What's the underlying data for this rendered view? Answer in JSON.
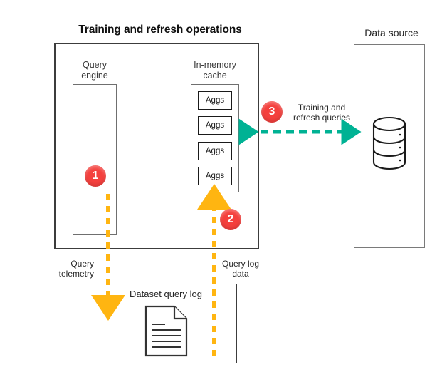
{
  "diagram": {
    "title": "Training and refresh operations",
    "data_source_title": "Data source",
    "colors": {
      "badge_red": "#f4403d",
      "arrow_orange": "#ffb511",
      "arrow_teal": "#00b294",
      "outer_border": "#3c3c3c",
      "inner_border": "#6f6f6f"
    }
  },
  "query_engine": {
    "label_line1": "Query",
    "label_line2": "engine",
    "badge": "1"
  },
  "cache": {
    "label_line1": "In-memory",
    "label_line2": "cache",
    "items": [
      {
        "label": "Aggs"
      },
      {
        "label": "Aggs"
      },
      {
        "label": "Aggs"
      },
      {
        "label": "Aggs"
      }
    ]
  },
  "flows": {
    "query_telemetry": {
      "line1": "Query",
      "line2": "telemetry",
      "color": "#ffb511",
      "direction": "down"
    },
    "query_log_data": {
      "line1": "Query log",
      "line2": "data",
      "badge": "2",
      "color": "#ffb511",
      "direction": "up"
    },
    "training_refresh_queries": {
      "line1": "Training and",
      "line2": "refresh queries",
      "badge": "3",
      "color": "#00b294",
      "direction": "bidirectional"
    }
  },
  "dataset_log": {
    "title": "Dataset query log",
    "icon": "document-icon"
  },
  "data_source": {
    "icon": "database-cylinder-icon"
  }
}
